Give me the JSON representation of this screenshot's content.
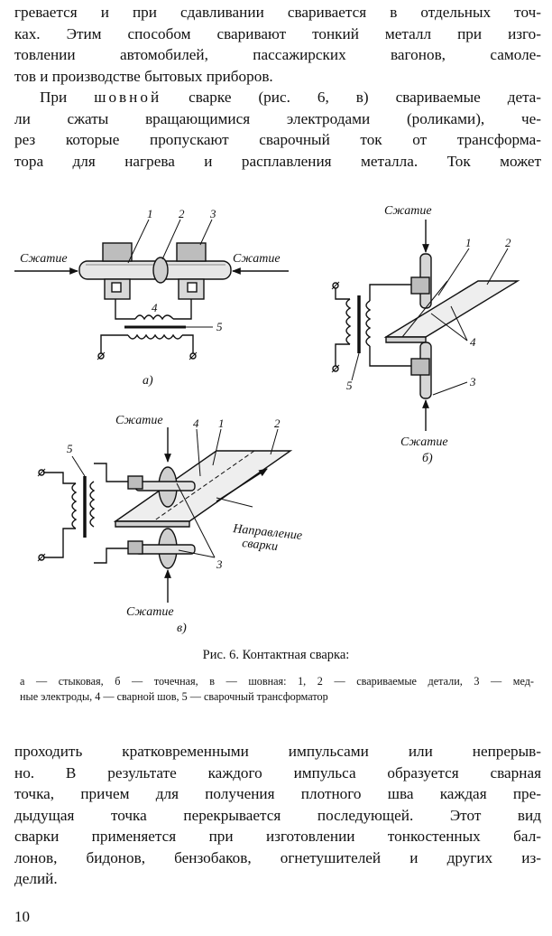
{
  "paragraph_top": {
    "lines": [
      "гревается и при сдавливании сваривается в отдельных точ-",
      "ках. Этим способом сваривают тонкий металл при изго-",
      "товлении автомобилей, пассажирских вагонов, самоле-",
      "тов и производстве бытовых приборов."
    ]
  },
  "paragraph_seam": {
    "lead": "При ",
    "term": "шовной",
    "line1_rest": " сварке (рис. 6, в) свариваемые детa-",
    "lines": [
      "ли сжаты вращающимися электродами (роликами), че-",
      "рез которые пропускают сварочный ток от трансформа-",
      "тора для нагрева и расплавления металла. Ток может"
    ]
  },
  "figure": {
    "a": {
      "label_left": "Сжатие",
      "label_right": "Сжатие",
      "numbers": [
        "1",
        "2",
        "3",
        "4",
        "5"
      ],
      "caption": "а)"
    },
    "b": {
      "label_top": "Сжатие",
      "label_bottom": "Сжатие",
      "numbers": [
        "1",
        "2",
        "3",
        "4",
        "5"
      ],
      "caption": "б)"
    },
    "c": {
      "label_top": "Сжатие",
      "label_bottom": "Сжатие",
      "direction": [
        "Направление",
        "сварки"
      ],
      "numbers": [
        "1",
        "2",
        "3",
        "4",
        "5"
      ],
      "caption": "в)"
    }
  },
  "caption": {
    "title": "Рис. 6. Контактная сварка:",
    "legend_lines": [
      "а — стыковая, б — точечная, в — шовная: 1, 2 — свариваемые детали, 3 — мед-",
      "ные электроды, 4 — сварной шов, 5 — сварочный трансформатор"
    ]
  },
  "paragraph_bottom": {
    "lines": [
      "проходить кратковременными импульсами или непрерыв-",
      "но. В результате каждого импульса образуется сварная",
      "точка, причем для получения плотного шва каждая пре-",
      "дыдущая точка перекрывается последующей. Этот вид",
      "сварки применяется при изготовлении тонкостенных бал-",
      "лонов, бидонов, бензобаков, огнетушителей и других из-",
      "делий."
    ]
  },
  "page_number": "10"
}
